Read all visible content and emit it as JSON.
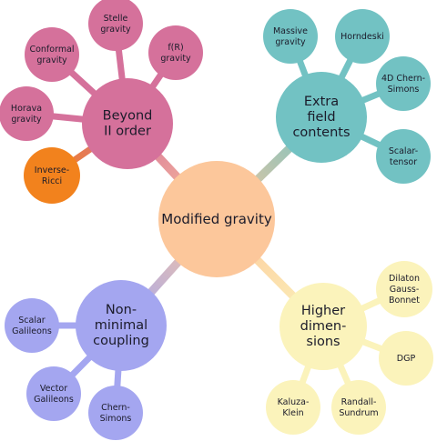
{
  "center": {
    "lines": [
      "Modified gravity"
    ]
  },
  "groups": [
    {
      "key": "beyond",
      "lines": [
        "Beyond",
        "II order"
      ],
      "color": "#d5719b",
      "leaves": [
        {
          "lines": [
            "Stelle",
            "gravity"
          ]
        },
        {
          "lines": [
            "Conformal",
            "gravity"
          ]
        },
        {
          "lines": [
            "f(R)",
            "gravity"
          ]
        },
        {
          "lines": [
            "Horava",
            "gravity"
          ]
        },
        {
          "lines": [
            "Inverse-",
            "Ricci"
          ],
          "color": "#f2821d"
        }
      ]
    },
    {
      "key": "extra",
      "lines": [
        "Extra",
        "field",
        "contents"
      ],
      "color": "#72c2c3",
      "leaves": [
        {
          "lines": [
            "Massive",
            "gravity"
          ]
        },
        {
          "lines": [
            "Horndeski"
          ]
        },
        {
          "lines": [
            "4D Chern-",
            "Simons"
          ]
        },
        {
          "lines": [
            "Scalar-",
            "tensor"
          ]
        }
      ]
    },
    {
      "key": "nonminimal",
      "lines": [
        "Non-",
        "minimal",
        "coupling"
      ],
      "color": "#a4a6f0",
      "leaves": [
        {
          "lines": [
            "Scalar",
            "Galileons"
          ]
        },
        {
          "lines": [
            "Vector",
            "Galileons"
          ]
        },
        {
          "lines": [
            "Chern-",
            "Simons"
          ]
        }
      ]
    },
    {
      "key": "higher",
      "lines": [
        "Higher",
        "dimen-",
        "sions"
      ],
      "color": "#fbf3bb",
      "leaves": [
        {
          "lines": [
            "Dilaton",
            "Gauss-",
            "Bonnet"
          ]
        },
        {
          "lines": [
            "DGP"
          ]
        },
        {
          "lines": [
            "Kaluza-",
            "Klein"
          ]
        },
        {
          "lines": [
            "Randall-",
            "Sundrum"
          ]
        }
      ]
    }
  ],
  "colors": {
    "center": "#fcc79b"
  }
}
